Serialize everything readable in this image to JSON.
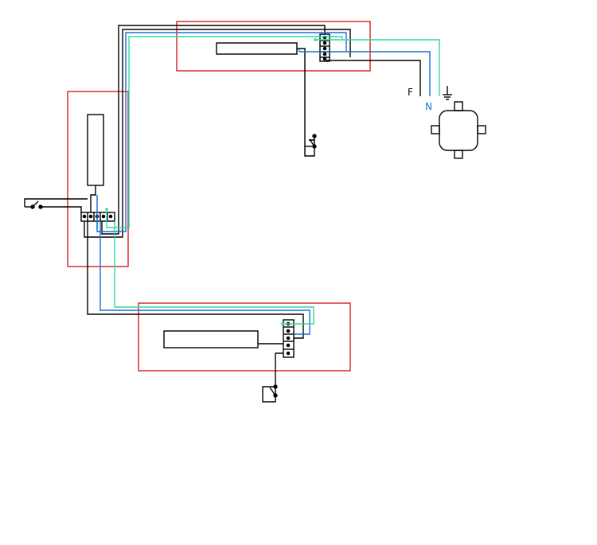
{
  "labels": {
    "phase": "F",
    "neutral": "N"
  },
  "colors": {
    "enclosure": "#d62020",
    "phase_wire": "#000000",
    "neutral_wire": "#1a6fd6",
    "earth_wire": "#2fd9a0",
    "background": "#ffffff"
  },
  "icons": {
    "earth": "ground-symbol",
    "junction_box": "junction-box-symbol",
    "switch": "switch-symbol",
    "terminal_block": "terminal-block-symbol"
  }
}
